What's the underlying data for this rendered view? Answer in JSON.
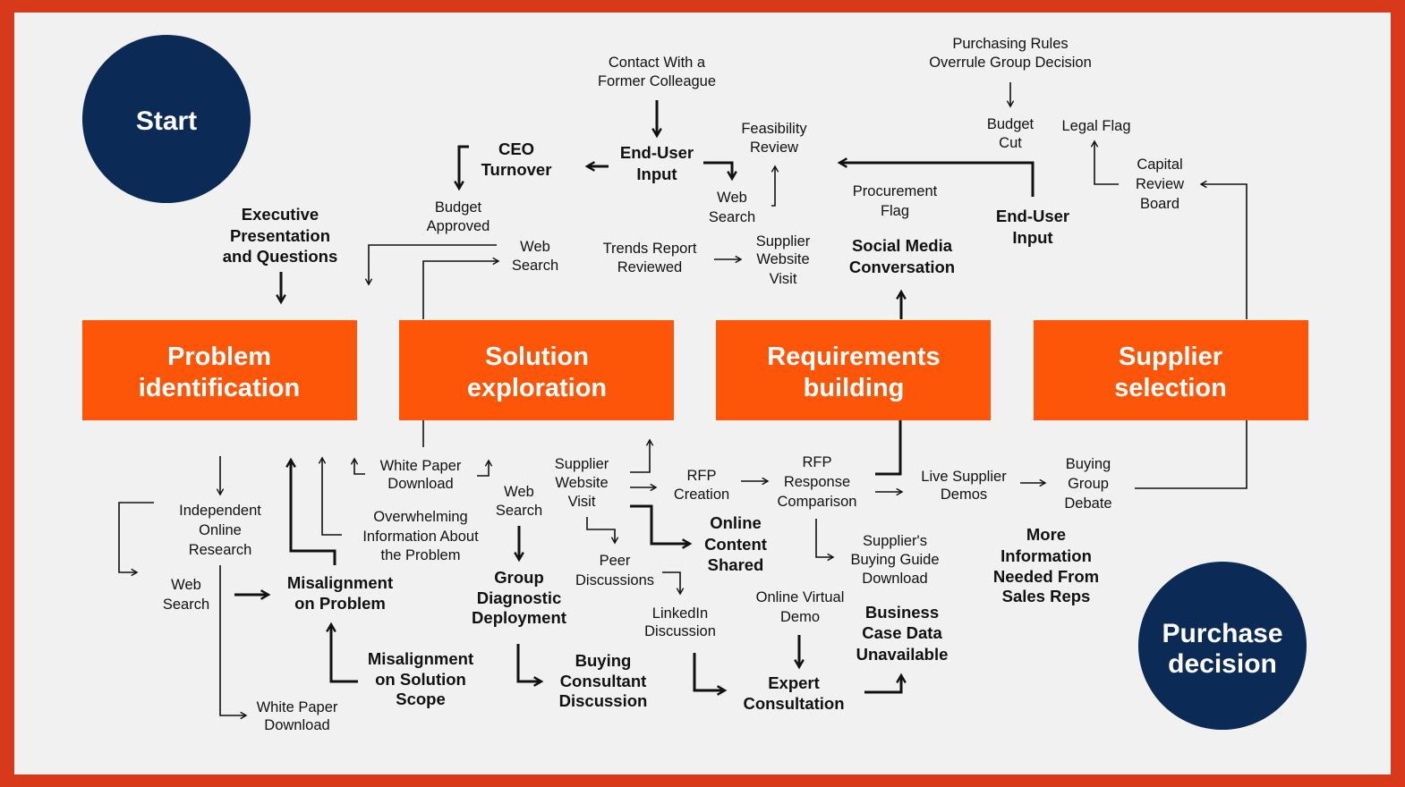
{
  "colors": {
    "border": "#d63a1a",
    "background": "#f1f1f1",
    "stage_fill": "#fd5609",
    "circle_fill": "#0b2a55",
    "text": "#111111"
  },
  "start_label": "Start",
  "purchase_label": [
    "Purchase",
    "decision"
  ],
  "stages": {
    "problem": [
      "Problem",
      "identification"
    ],
    "solution": [
      "Solution",
      "exploration"
    ],
    "requirements": [
      "Requirements",
      "building"
    ],
    "supplier": [
      "Supplier",
      "selection"
    ]
  },
  "top": {
    "contact": [
      "Contact With a",
      "Former Colleague"
    ],
    "end_user_input": [
      "End-User",
      "Input"
    ],
    "ceo_turnover": [
      "CEO",
      "Turnover"
    ],
    "budget_approved": [
      "Budget",
      "Approved"
    ],
    "feasibility_review": [
      "Feasibility",
      "Review"
    ],
    "web_search_1": [
      "Web",
      "Search"
    ],
    "executive_presentation": [
      "Executive",
      "Presentation",
      "and Questions"
    ],
    "web_search_2": [
      "Web",
      "Search"
    ],
    "trends_report": [
      "Trends Report",
      "Reviewed"
    ],
    "supplier_website_1": [
      "Supplier",
      "Website",
      "Visit"
    ],
    "procurement_flag": [
      "Procurement",
      "Flag"
    ],
    "social_media": [
      "Social Media",
      "Conversation"
    ],
    "purchasing_rules": [
      "Purchasing Rules",
      "Overrule Group Decision"
    ],
    "budget_cut": [
      "Budget",
      "Cut"
    ],
    "legal_flag": "Legal Flag",
    "end_user_input_2": [
      "End-User",
      "Input"
    ],
    "capital_review": [
      "Capital",
      "Review",
      "Board"
    ]
  },
  "bottom": {
    "independent_research": [
      "Independent",
      "Online",
      "Research"
    ],
    "web_search_3": [
      "Web",
      "Search"
    ],
    "white_paper_1": [
      "White Paper",
      "Download"
    ],
    "misalignment_problem": [
      "Misalignment",
      "on Problem"
    ],
    "misalignment_scope": [
      "Misalignment",
      "on Solution",
      "Scope"
    ],
    "white_paper_2": [
      "White Paper",
      "Download"
    ],
    "overwhelming": [
      "Overwhelming",
      "Information About",
      "the Problem"
    ],
    "web_search_4": [
      "Web",
      "Search"
    ],
    "group_diagnostic": [
      "Group",
      "Diagnostic",
      "Deployment"
    ],
    "buying_consultant": [
      "Buying",
      "Consultant",
      "Discussion"
    ],
    "supplier_website_2": [
      "Supplier",
      "Website",
      "Visit"
    ],
    "peer_discussions": [
      "Peer",
      "Discussions"
    ],
    "linkedin": [
      "LinkedIn",
      "Discussion"
    ],
    "rfp_creation": [
      "RFP",
      "Creation"
    ],
    "online_content": [
      "Online",
      "Content",
      "Shared"
    ],
    "online_virtual_demo": [
      "Online Virtual",
      "Demo"
    ],
    "expert_consultation": [
      "Expert",
      "Consultation"
    ],
    "rfp_response": [
      "RFP",
      "Response",
      "Comparison"
    ],
    "buying_guide": [
      "Supplier's",
      "Buying Guide",
      "Download"
    ],
    "business_case": [
      "Business",
      "Case Data",
      "Unavailable"
    ],
    "live_demos": [
      "Live Supplier",
      "Demos"
    ],
    "buying_group_debate": [
      "Buying",
      "Group",
      "Debate"
    ],
    "more_information": [
      "More",
      "Information",
      "Needed From",
      "Sales Reps"
    ]
  }
}
